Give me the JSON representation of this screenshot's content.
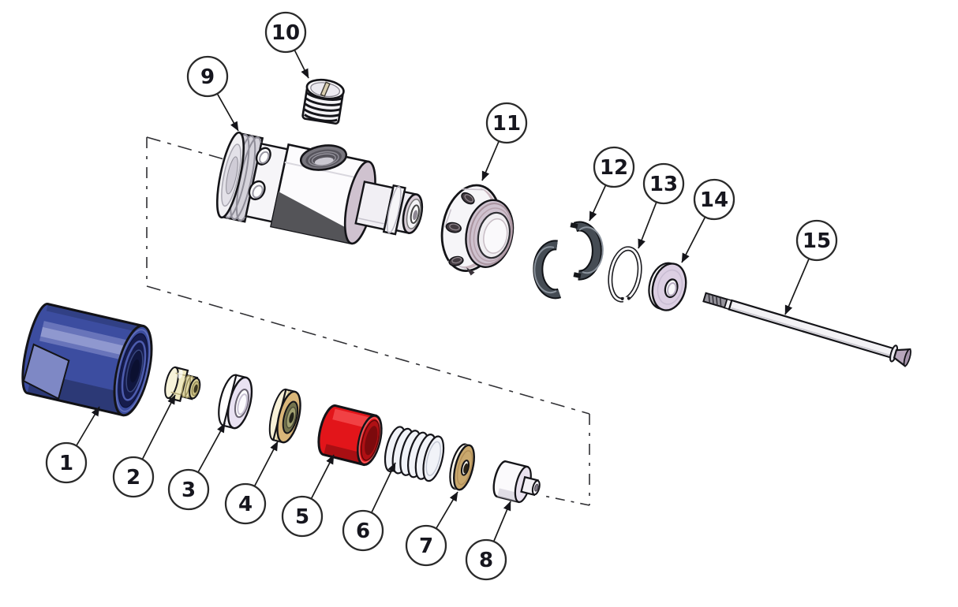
{
  "balloon_numbers": [
    "1",
    "2",
    "3",
    "4",
    "5",
    "6",
    "7",
    "8",
    "9",
    "10",
    "11",
    "12",
    "13",
    "14",
    "15"
  ],
  "colors": {
    "background": "#ffffff",
    "line": "#1a1a1a",
    "balloon_fill": "#ffffff",
    "balloon_stroke": "#2a2a2a",
    "balloon_text": "#16161e",
    "cap_blue": "#3c4da0",
    "cap_blue_light": "#7e88c5",
    "cap_blue_dark": "#222a6b",
    "cap_bore": "#161c4d",
    "brass_light": "#efe9c0",
    "brass": "#d6cd96",
    "brass_dark": "#3c3620",
    "washer_face": "#e9e2f2",
    "nut_face": "#d9b679",
    "nut_side": "#f3e9c6",
    "nut_bore": "#74744e",
    "red": "#e2151a",
    "red_dark": "#7c0a0d",
    "spring": "#f1f3f8",
    "disk_face": "#c9a86d",
    "metal_white": "#f6f5f8",
    "metal_gray": "#d4d2da",
    "metal_mauve": "#cfc2cf",
    "hex_shadow": "#545458",
    "collar_dark": "#454c54",
    "collar_light": "#8b939d",
    "washer14_face": "#dccfe3",
    "rod_head": "#b7a6bb"
  }
}
